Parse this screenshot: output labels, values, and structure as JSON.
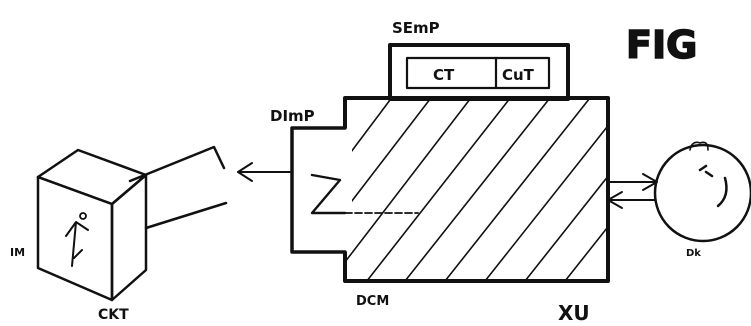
{
  "labels": {
    "fig": "FIG",
    "semp": "SEmP",
    "ct": "CT",
    "cut": "CuT",
    "dimp": "DImP",
    "dcm": "DCM",
    "xu": "XU",
    "ckt": "CKT",
    "im": "IM",
    "dk": "Dk"
  },
  "colors": {
    "ink": "#111111",
    "paper": "#ffffff"
  }
}
